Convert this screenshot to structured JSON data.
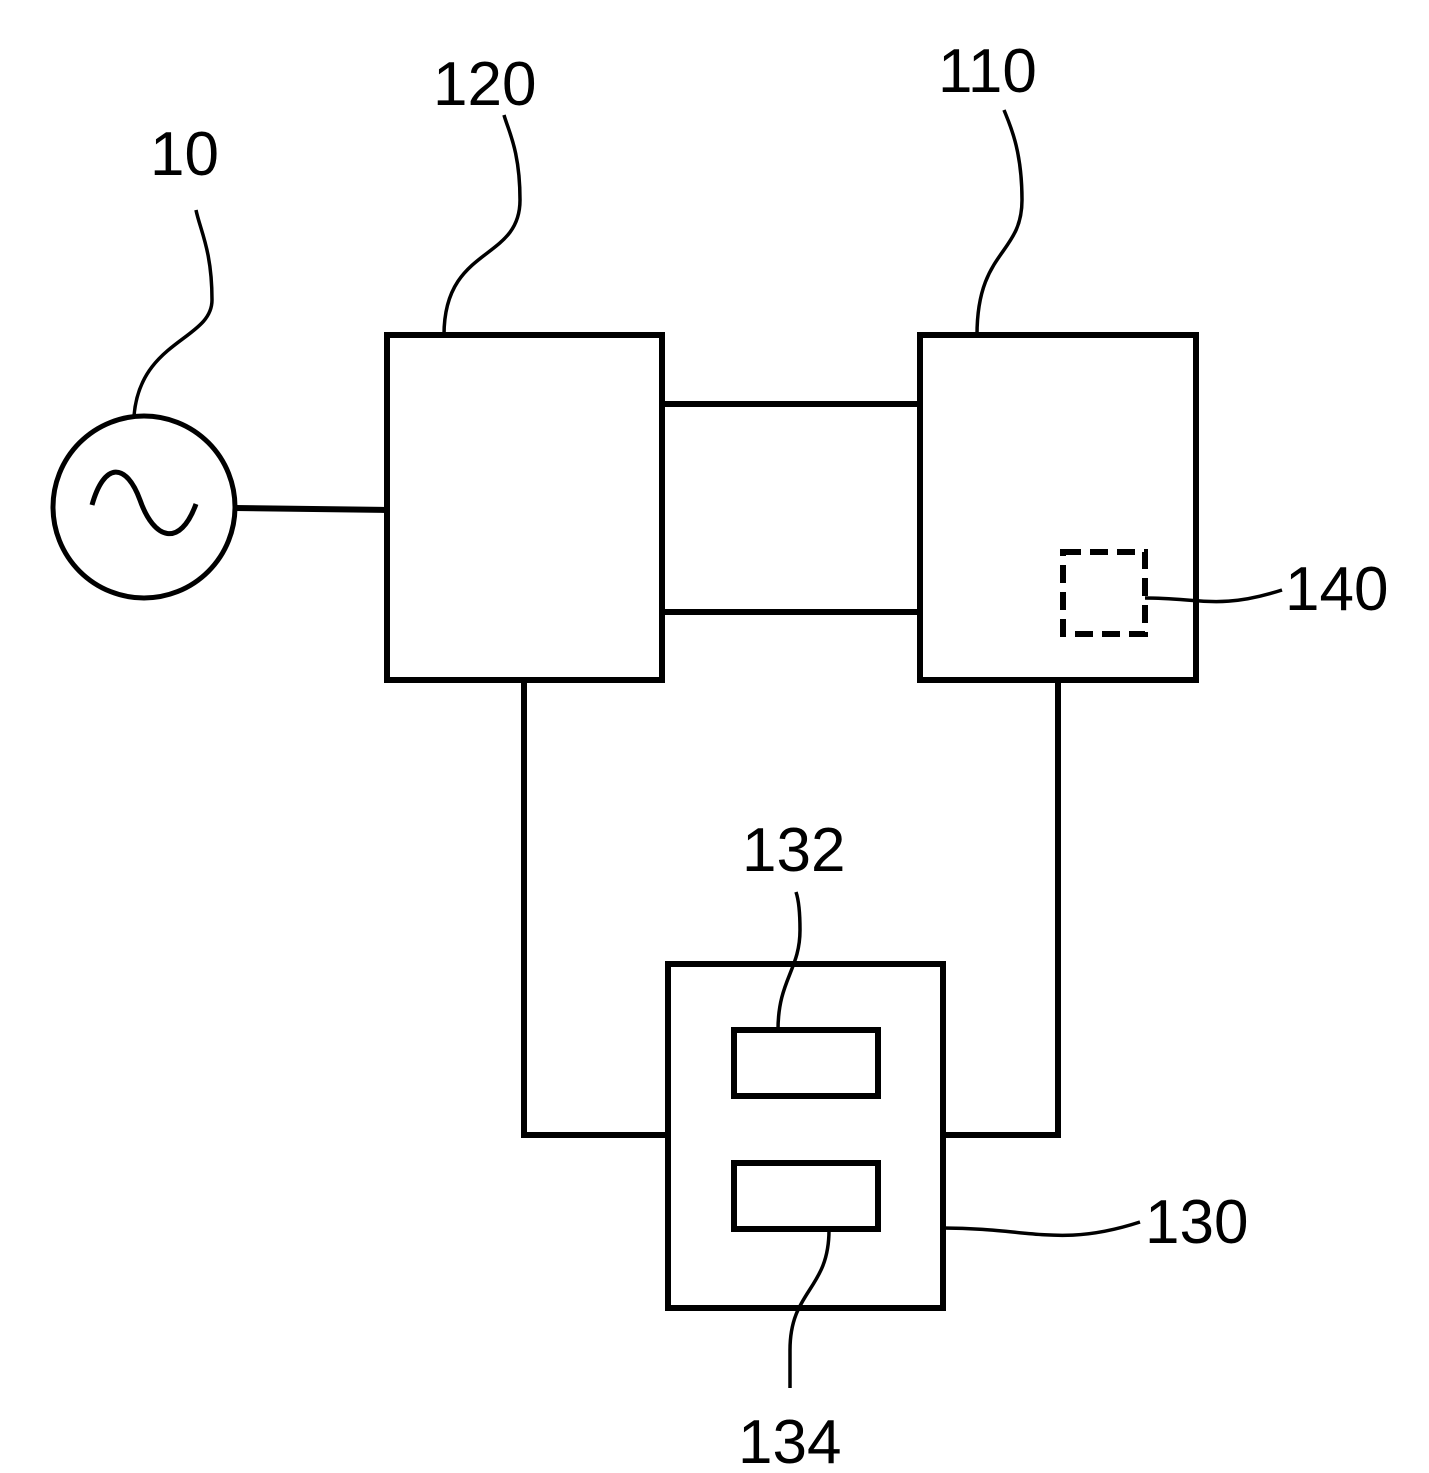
{
  "figure": {
    "labels": {
      "source": "10",
      "block_120": "120",
      "block_110": "110",
      "element_140": "140",
      "block_130": "130",
      "element_132": "132",
      "element_134": "134"
    },
    "source_symbol": "~",
    "line_color": "#000000",
    "background_color": "#ffffff"
  }
}
